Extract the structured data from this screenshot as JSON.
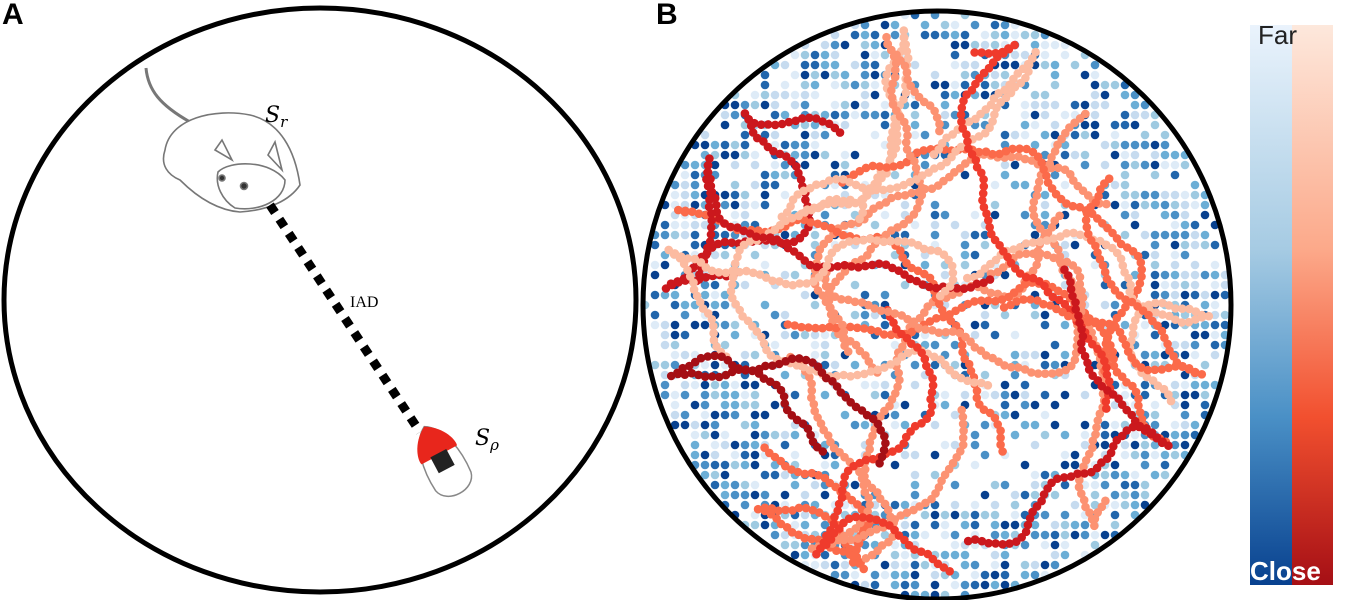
{
  "panels": {
    "a": {
      "label": "A",
      "mouse_label": "S",
      "mouse_sub": "r",
      "robot_label": "S",
      "robot_sub": "ρ",
      "distance_label": "IAD"
    },
    "b": {
      "label": "B",
      "colorbar": {
        "top_label": "Far",
        "bottom_label": "Close"
      }
    }
  },
  "colors": {
    "robot": "#e8261c",
    "blue_close": "#08418f",
    "blue_far": "#e6f0fa",
    "red_close": "#a50f15",
    "red_far": "#fde4d8"
  }
}
